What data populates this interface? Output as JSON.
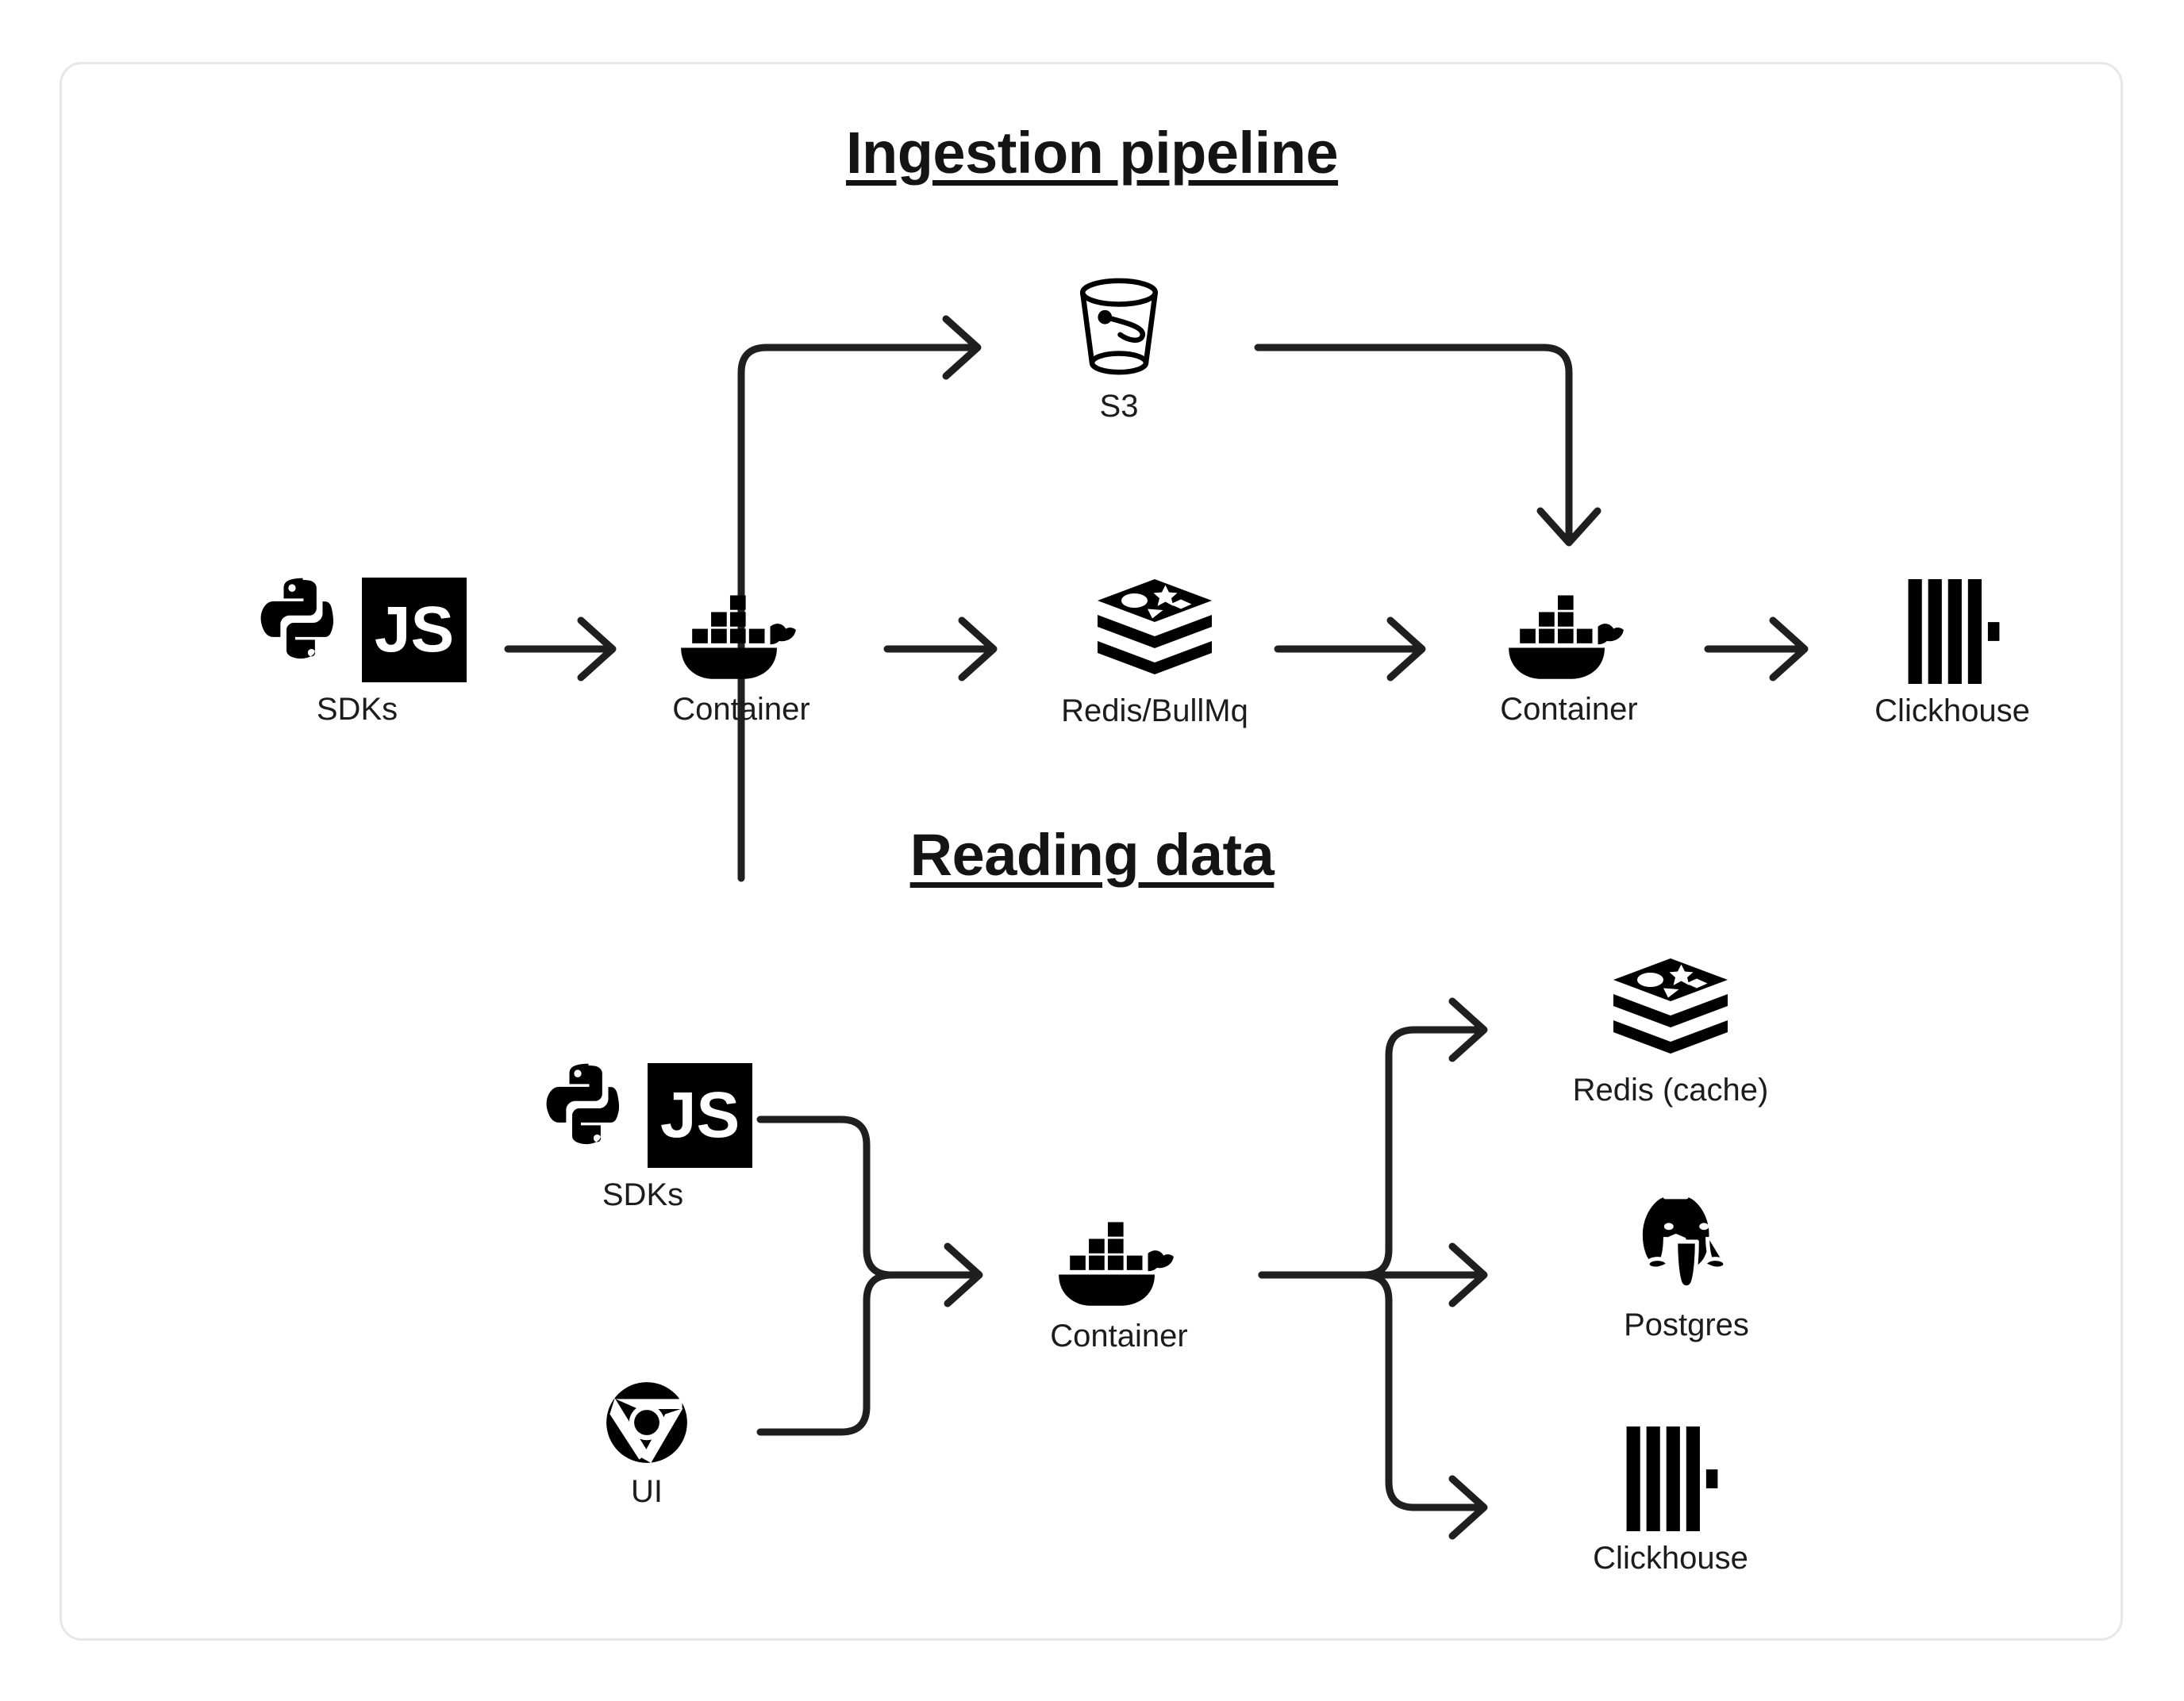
{
  "diagram": {
    "sections": [
      {
        "id": "ingestion",
        "title": "Ingestion pipeline",
        "nodes": [
          {
            "id": "sdks-top",
            "label": "SDKs",
            "icons": [
              "python-icon",
              "javascript-icon"
            ]
          },
          {
            "id": "container-ingest",
            "label": "Container",
            "icons": [
              "docker-icon"
            ]
          },
          {
            "id": "redis-bullmq",
            "label": "Redis/BullMq",
            "icons": [
              "redis-icon"
            ]
          },
          {
            "id": "container-worker",
            "label": "Container",
            "icons": [
              "docker-icon"
            ]
          },
          {
            "id": "clickhouse-ingest",
            "label": "Clickhouse",
            "icons": [
              "clickhouse-icon"
            ]
          },
          {
            "id": "s3",
            "label": "S3",
            "icons": [
              "bucket-icon"
            ]
          }
        ],
        "edges": [
          {
            "from": "sdks-top",
            "to": "container-ingest",
            "kind": "straight"
          },
          {
            "from": "container-ingest",
            "to": "s3",
            "kind": "elbow-up-right"
          },
          {
            "from": "container-ingest",
            "to": "redis-bullmq",
            "kind": "straight"
          },
          {
            "from": "s3",
            "to": "container-worker",
            "kind": "elbow-right-down"
          },
          {
            "from": "redis-bullmq",
            "to": "container-worker",
            "kind": "straight"
          },
          {
            "from": "container-worker",
            "to": "clickhouse-ingest",
            "kind": "straight"
          }
        ]
      },
      {
        "id": "reading",
        "title": "Reading data",
        "nodes": [
          {
            "id": "sdks-read",
            "label": "SDKs",
            "icons": [
              "python-icon",
              "javascript-icon"
            ]
          },
          {
            "id": "ui",
            "label": "UI",
            "icons": [
              "chrome-icon"
            ]
          },
          {
            "id": "container-read",
            "label": "Container",
            "icons": [
              "docker-icon"
            ]
          },
          {
            "id": "redis-cache",
            "label": "Redis (cache)",
            "icons": [
              "redis-icon"
            ]
          },
          {
            "id": "postgres",
            "label": "Postgres",
            "icons": [
              "postgres-icon"
            ]
          },
          {
            "id": "clickhouse-read",
            "label": "Clickhouse",
            "icons": [
              "clickhouse-icon"
            ]
          }
        ],
        "edges": [
          {
            "from": "sdks-read",
            "to": "container-read",
            "kind": "merge"
          },
          {
            "from": "ui",
            "to": "container-read",
            "kind": "merge"
          },
          {
            "from": "container-read",
            "to": "redis-cache",
            "kind": "fan-up"
          },
          {
            "from": "container-read",
            "to": "postgres",
            "kind": "fan-straight"
          },
          {
            "from": "container-read",
            "to": "clickhouse-read",
            "kind": "fan-down"
          }
        ]
      }
    ],
    "colors": {
      "ink": "#1b1b1b",
      "icon": "#000000",
      "card_border": "#e7e7e7",
      "background": "#ffffff",
      "js_badge_bg": "#000000",
      "js_badge_fg": "#ffffff"
    },
    "labels": {
      "js_badge": "JS"
    }
  }
}
